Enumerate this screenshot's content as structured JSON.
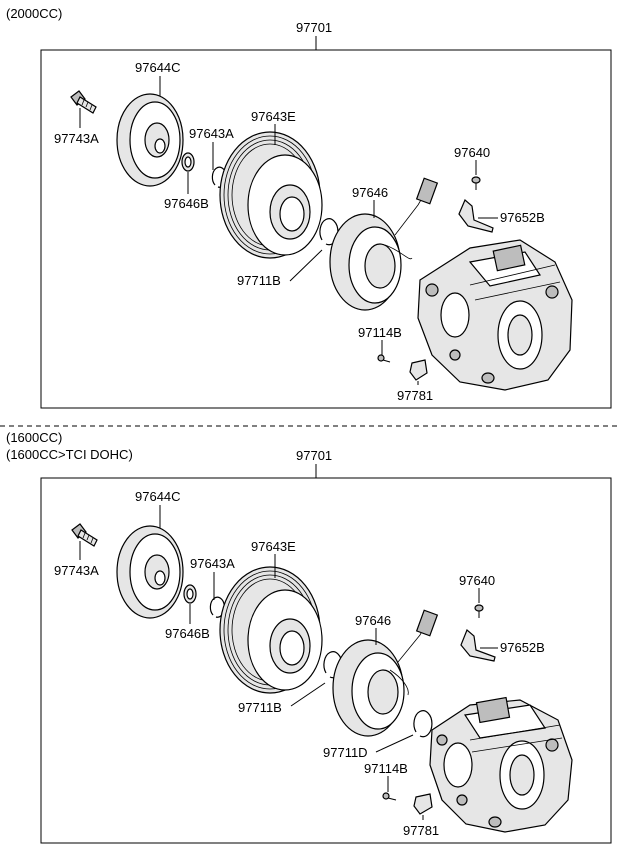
{
  "sections": [
    {
      "variants": [
        "(2000CC)"
      ],
      "assembly": "97701",
      "labels": {
        "bolt": "97743A",
        "pulley_plate": "97644C",
        "shim": "97646B",
        "snap_ring_a": "97643A",
        "pulley": "97643E",
        "snap_ring_b": "97711B",
        "field_coil": "97646",
        "bracket_bolt": "97640",
        "bracket": "97652B",
        "screw": "97114B",
        "clamp": "97781"
      }
    },
    {
      "variants": [
        "(1600CC)",
        "(1600CC>TCI DOHC)"
      ],
      "assembly": "97701",
      "labels": {
        "bolt": "97743A",
        "pulley_plate": "97644C",
        "shim": "97646B",
        "snap_ring_a": "97643A",
        "pulley": "97643E",
        "snap_ring_b": "97711B",
        "field_coil": "97646",
        "bracket_bolt": "97640",
        "bracket": "97652B",
        "snap_ring_d": "97711D",
        "screw": "97114B",
        "clamp": "97781"
      }
    }
  ]
}
